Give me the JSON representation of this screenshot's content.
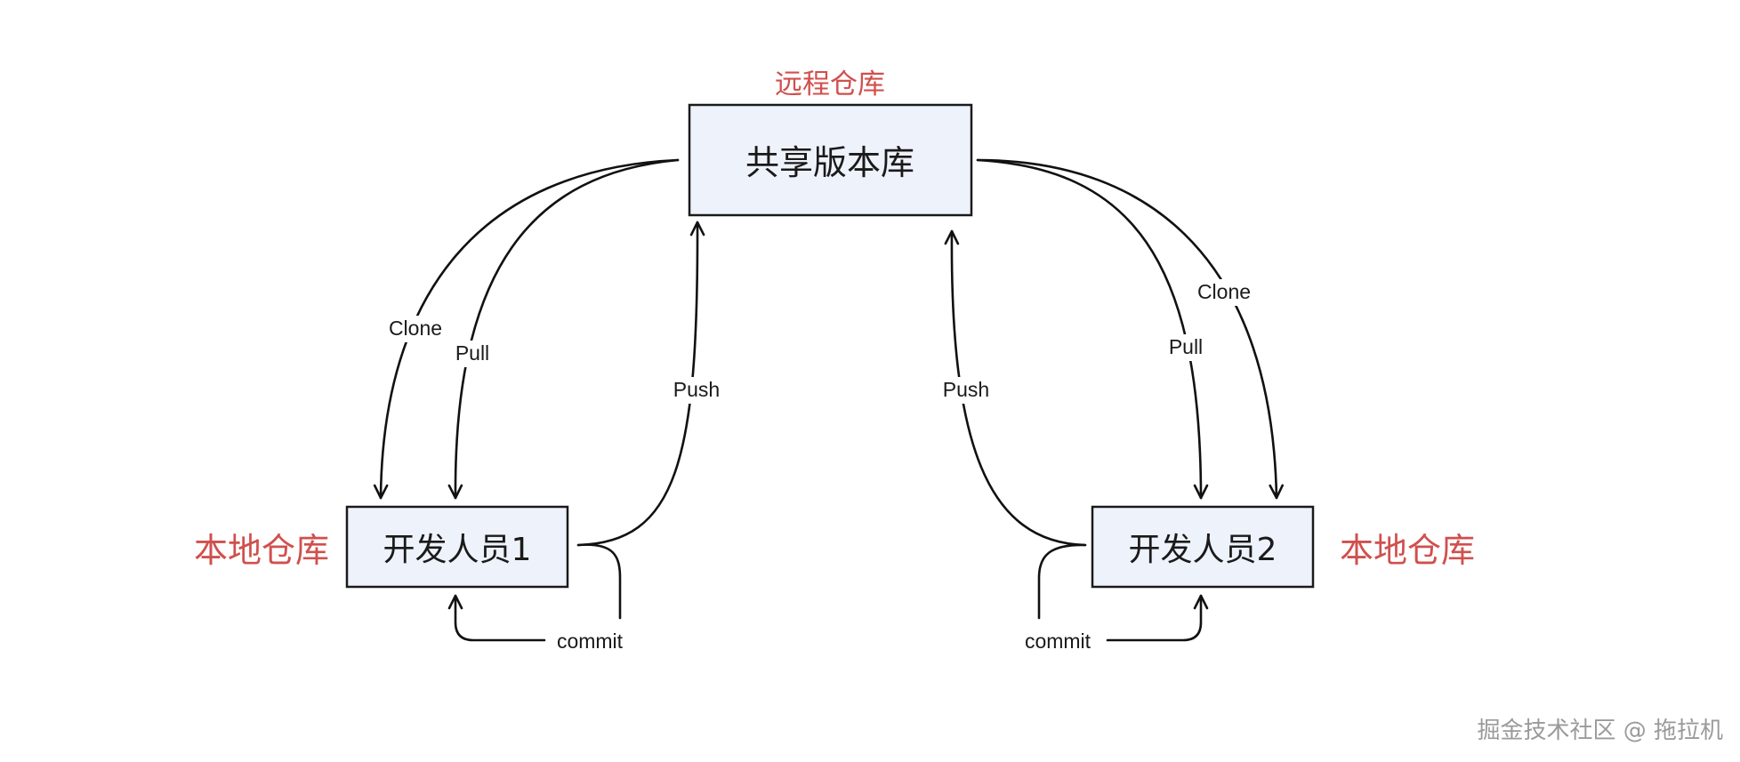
{
  "nodes": {
    "remote": {
      "label": "共享版本库",
      "tag": "远程仓库"
    },
    "dev1": {
      "label": "开发人员1",
      "tag": "本地仓库"
    },
    "dev2": {
      "label": "开发人员2",
      "tag": "本地仓库"
    }
  },
  "edges": {
    "dev1_clone": "Clone",
    "dev1_pull": "Pull",
    "dev1_push": "Push",
    "dev1_commit": "commit",
    "dev2_clone": "Clone",
    "dev2_pull": "Pull",
    "dev2_push": "Push",
    "dev2_commit": "commit"
  },
  "watermark": "掘金技术社区 @ 拖拉机",
  "colors": {
    "accent_red": "#d0504e",
    "box_fill": "#eef2fb",
    "line": "#111111"
  }
}
